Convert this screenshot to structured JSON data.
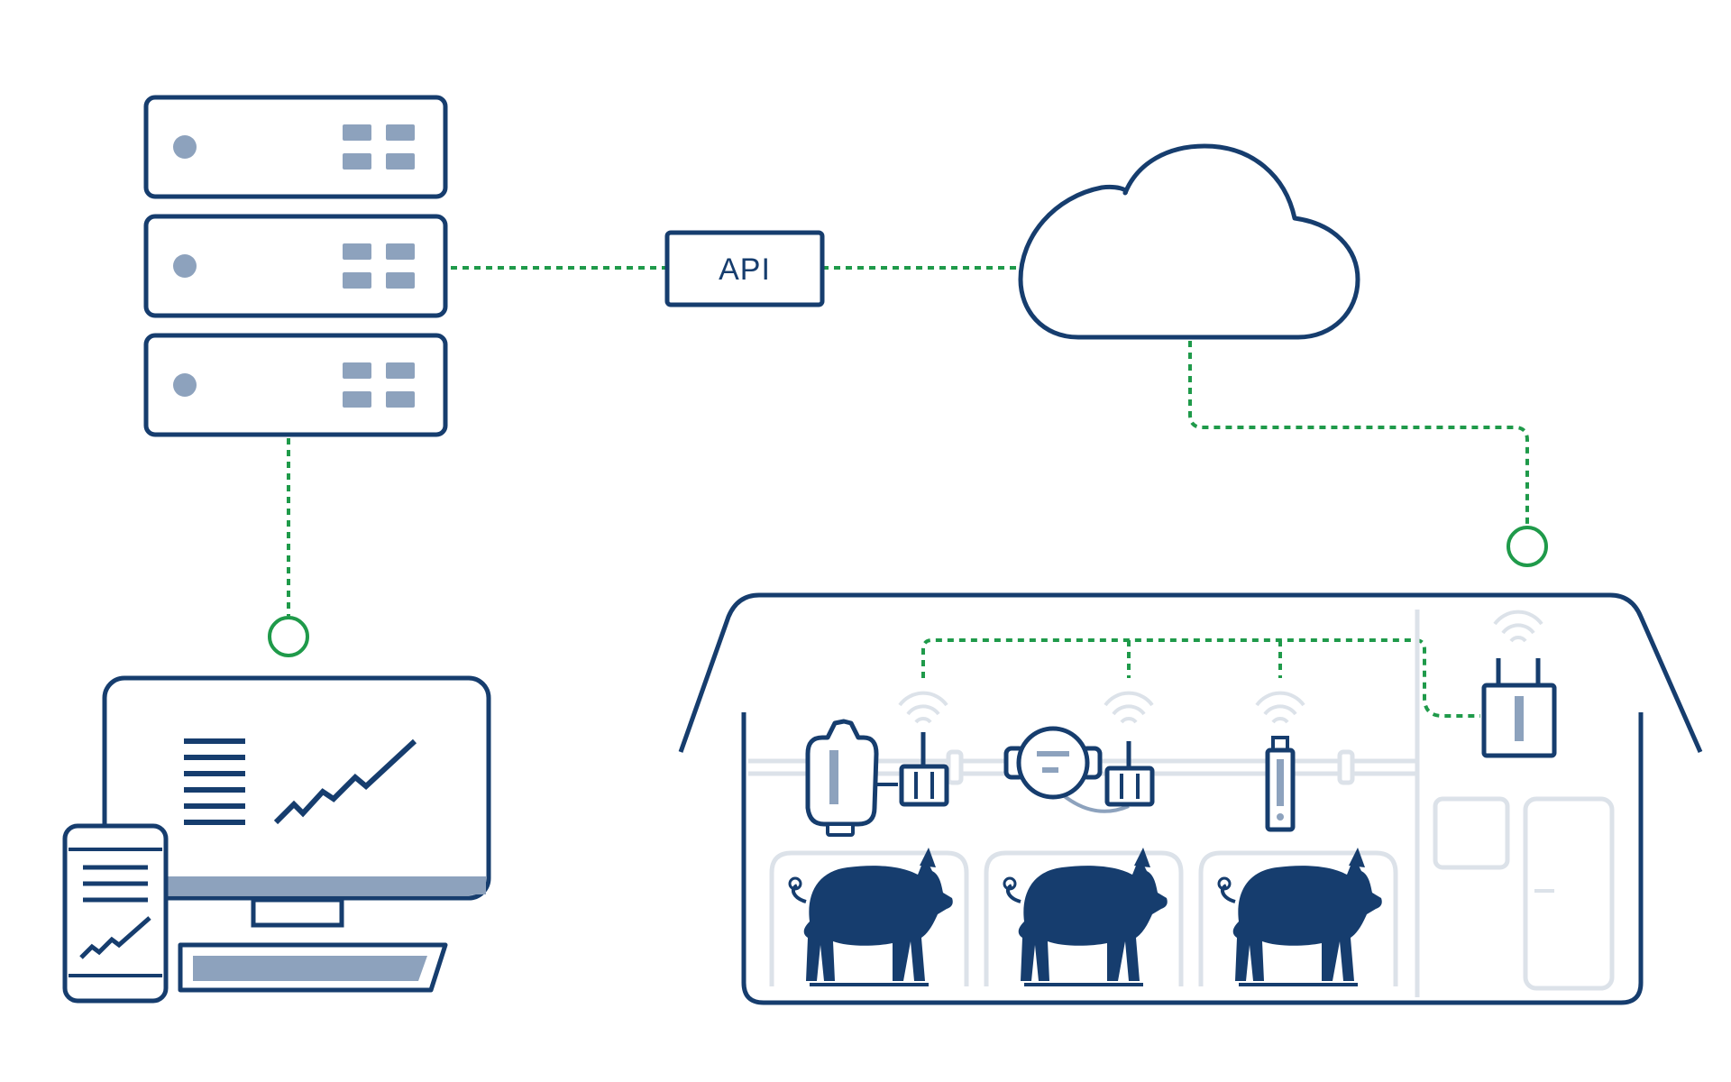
{
  "api_box": {
    "label": "API"
  },
  "colors": {
    "navy": "#163d6e",
    "slate": "#8da2bd",
    "pale": "#dce2e9",
    "connector": "#1f9a4a"
  },
  "nodes": [
    {
      "id": "server-rack",
      "icon": "server-icon"
    },
    {
      "id": "api",
      "icon": "api-box"
    },
    {
      "id": "cloud",
      "icon": "cloud-icon"
    },
    {
      "id": "client-devices",
      "icon": "desktop-and-phone-icon"
    },
    {
      "id": "barn",
      "icon": "barn-icon"
    }
  ],
  "barn_devices": [
    {
      "id": "feed-silo-sensor",
      "icon": "silo-sensor-icon"
    },
    {
      "id": "water-meter",
      "icon": "water-meter-icon"
    },
    {
      "id": "climate-sensor",
      "icon": "sensor-stick-icon"
    },
    {
      "id": "gateway",
      "icon": "gateway-icon"
    }
  ],
  "animals": {
    "icon": "pig-icon",
    "count": 3
  }
}
